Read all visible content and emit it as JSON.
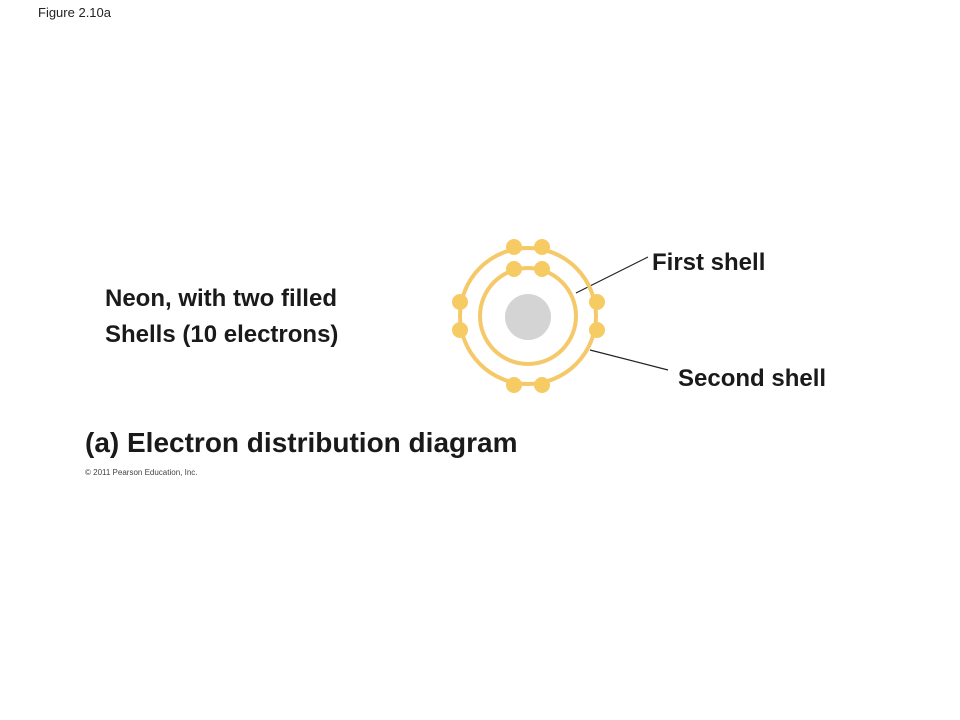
{
  "figure_label": "Figure 2.10a",
  "description": {
    "line1": "Neon, with two filled",
    "line2": "Shells (10 electrons)"
  },
  "labels": {
    "first_shell": "First shell",
    "second_shell": "Second shell"
  },
  "caption": "(a) Electron distribution diagram",
  "copyright": "© 2011 Pearson Education, Inc.",
  "colors": {
    "shell": "#f5c96a",
    "electron": "#f7cb63",
    "nucleus": "#d4d4d4",
    "leader_line": "#222222"
  },
  "atom": {
    "element": "Neon",
    "electron_count": 10,
    "shells": [
      {
        "name": "first shell",
        "electrons": 2
      },
      {
        "name": "second shell",
        "electrons": 8
      }
    ]
  }
}
